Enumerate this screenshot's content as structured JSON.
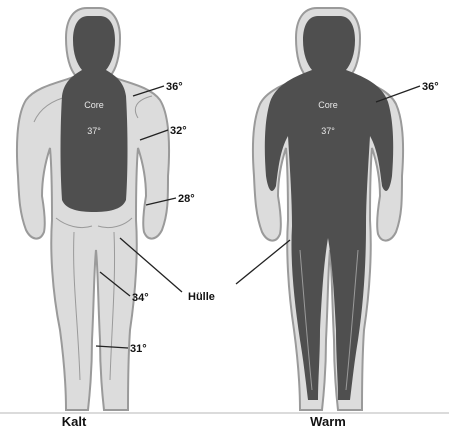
{
  "figures": {
    "left": {
      "caption": "Kalt",
      "core_label": "Core",
      "core_temp": "37°",
      "temps": [
        "36°",
        "32°",
        "28°",
        "34°",
        "31°"
      ]
    },
    "right": {
      "caption": "Warm",
      "core_label": "Core",
      "core_temp": "37°",
      "temps": [
        "36°"
      ]
    }
  },
  "shell_label": "Hülle",
  "colors": {
    "skin": "#dcdcdc",
    "outline": "#9a9a9a",
    "core": "#4f4f4f",
    "line": "#222222",
    "baseline": "#cfcfcf"
  }
}
